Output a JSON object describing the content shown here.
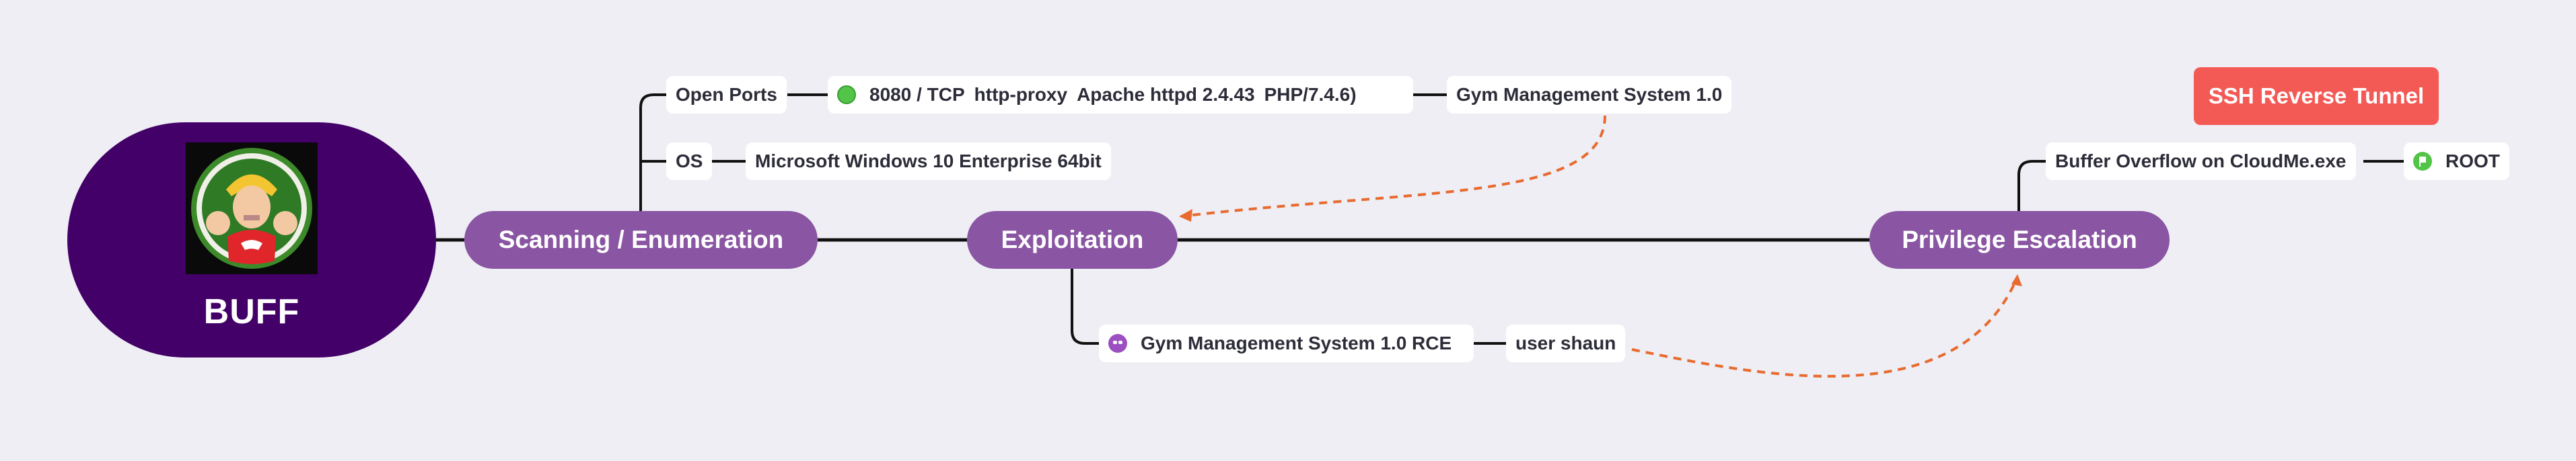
{
  "root": {
    "title": "BUFF",
    "image": "buff-avatar"
  },
  "branches": {
    "scanning": "Scanning / Enumeration",
    "exploitation": "Exploitation",
    "privesc": "Privilege Escalation"
  },
  "scanning": {
    "open_ports_label": "Open Ports",
    "port_service": {
      "port": "8080 / TCP",
      "service": "http-proxy",
      "server": "Apache httpd 2.4.43",
      "php": "PHP/7.4.6)",
      "status_icon": "green-dot-icon"
    },
    "app": "Gym Management System 1.0",
    "os_label": "OS",
    "os_value": "Microsoft Windows 10 Enterprise 64bit"
  },
  "exploitation": {
    "rce": "Gym Management System 1.0 RCE",
    "rce_icon": "devil-icon",
    "user": "user shaun"
  },
  "privesc": {
    "method": "Buffer Overflow on CloudMe.exe",
    "result": "ROOT",
    "result_icon": "flag-icon"
  },
  "callout": {
    "label": "SSH Reverse Tunnel",
    "color": "#f45a55"
  },
  "colors": {
    "root": "#430068",
    "branch": "#8a55a3",
    "relation": "#e86a2e",
    "background": "#eeeef4"
  }
}
